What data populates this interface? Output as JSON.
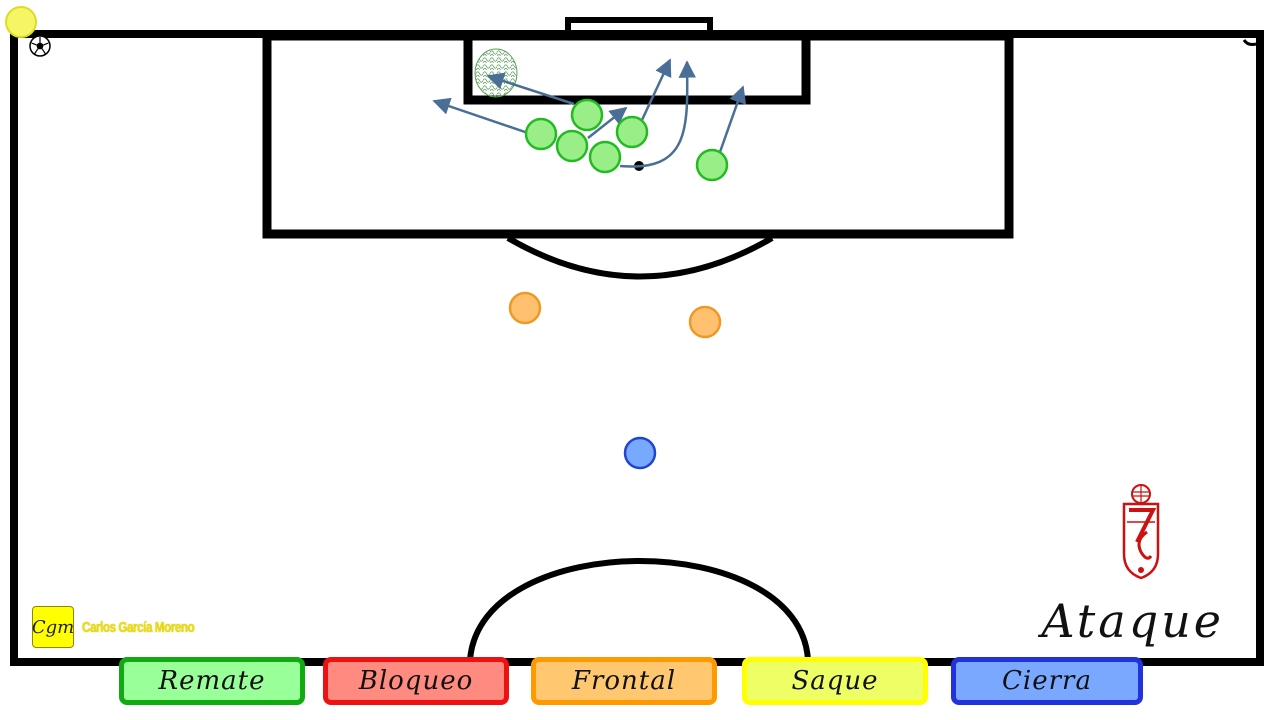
{
  "title": "Ataque",
  "author": {
    "initials": "Cgm",
    "name": "Carlos García Moreno"
  },
  "legend": [
    {
      "label": "Remate",
      "fill": "#99ff99",
      "border": "#11aa11"
    },
    {
      "label": "Bloqueo",
      "fill": "#ff8a80",
      "border": "#ee1111"
    },
    {
      "label": "Frontal",
      "fill": "#ffc870",
      "border": "#ff9900"
    },
    {
      "label": "Saque",
      "fill": "#eeff66",
      "border": "#ffff00"
    },
    {
      "label": "Cierra",
      "fill": "#7aa8ff",
      "border": "#2233dd"
    }
  ],
  "colors": {
    "remate": "#99ee88",
    "remate_border": "#22bb22",
    "frontal": "#ffc070",
    "frontal_border": "#ee9a22",
    "cierra": "#77aaff",
    "cierra_border": "#2244cc",
    "saque": "#f5f566",
    "saque_border": "#dddd22",
    "arrow": "#4a6f96",
    "lines": "#000000"
  },
  "icons": [
    "soccer-ball-icon",
    "club-crest-icon",
    "net-icon"
  ]
}
